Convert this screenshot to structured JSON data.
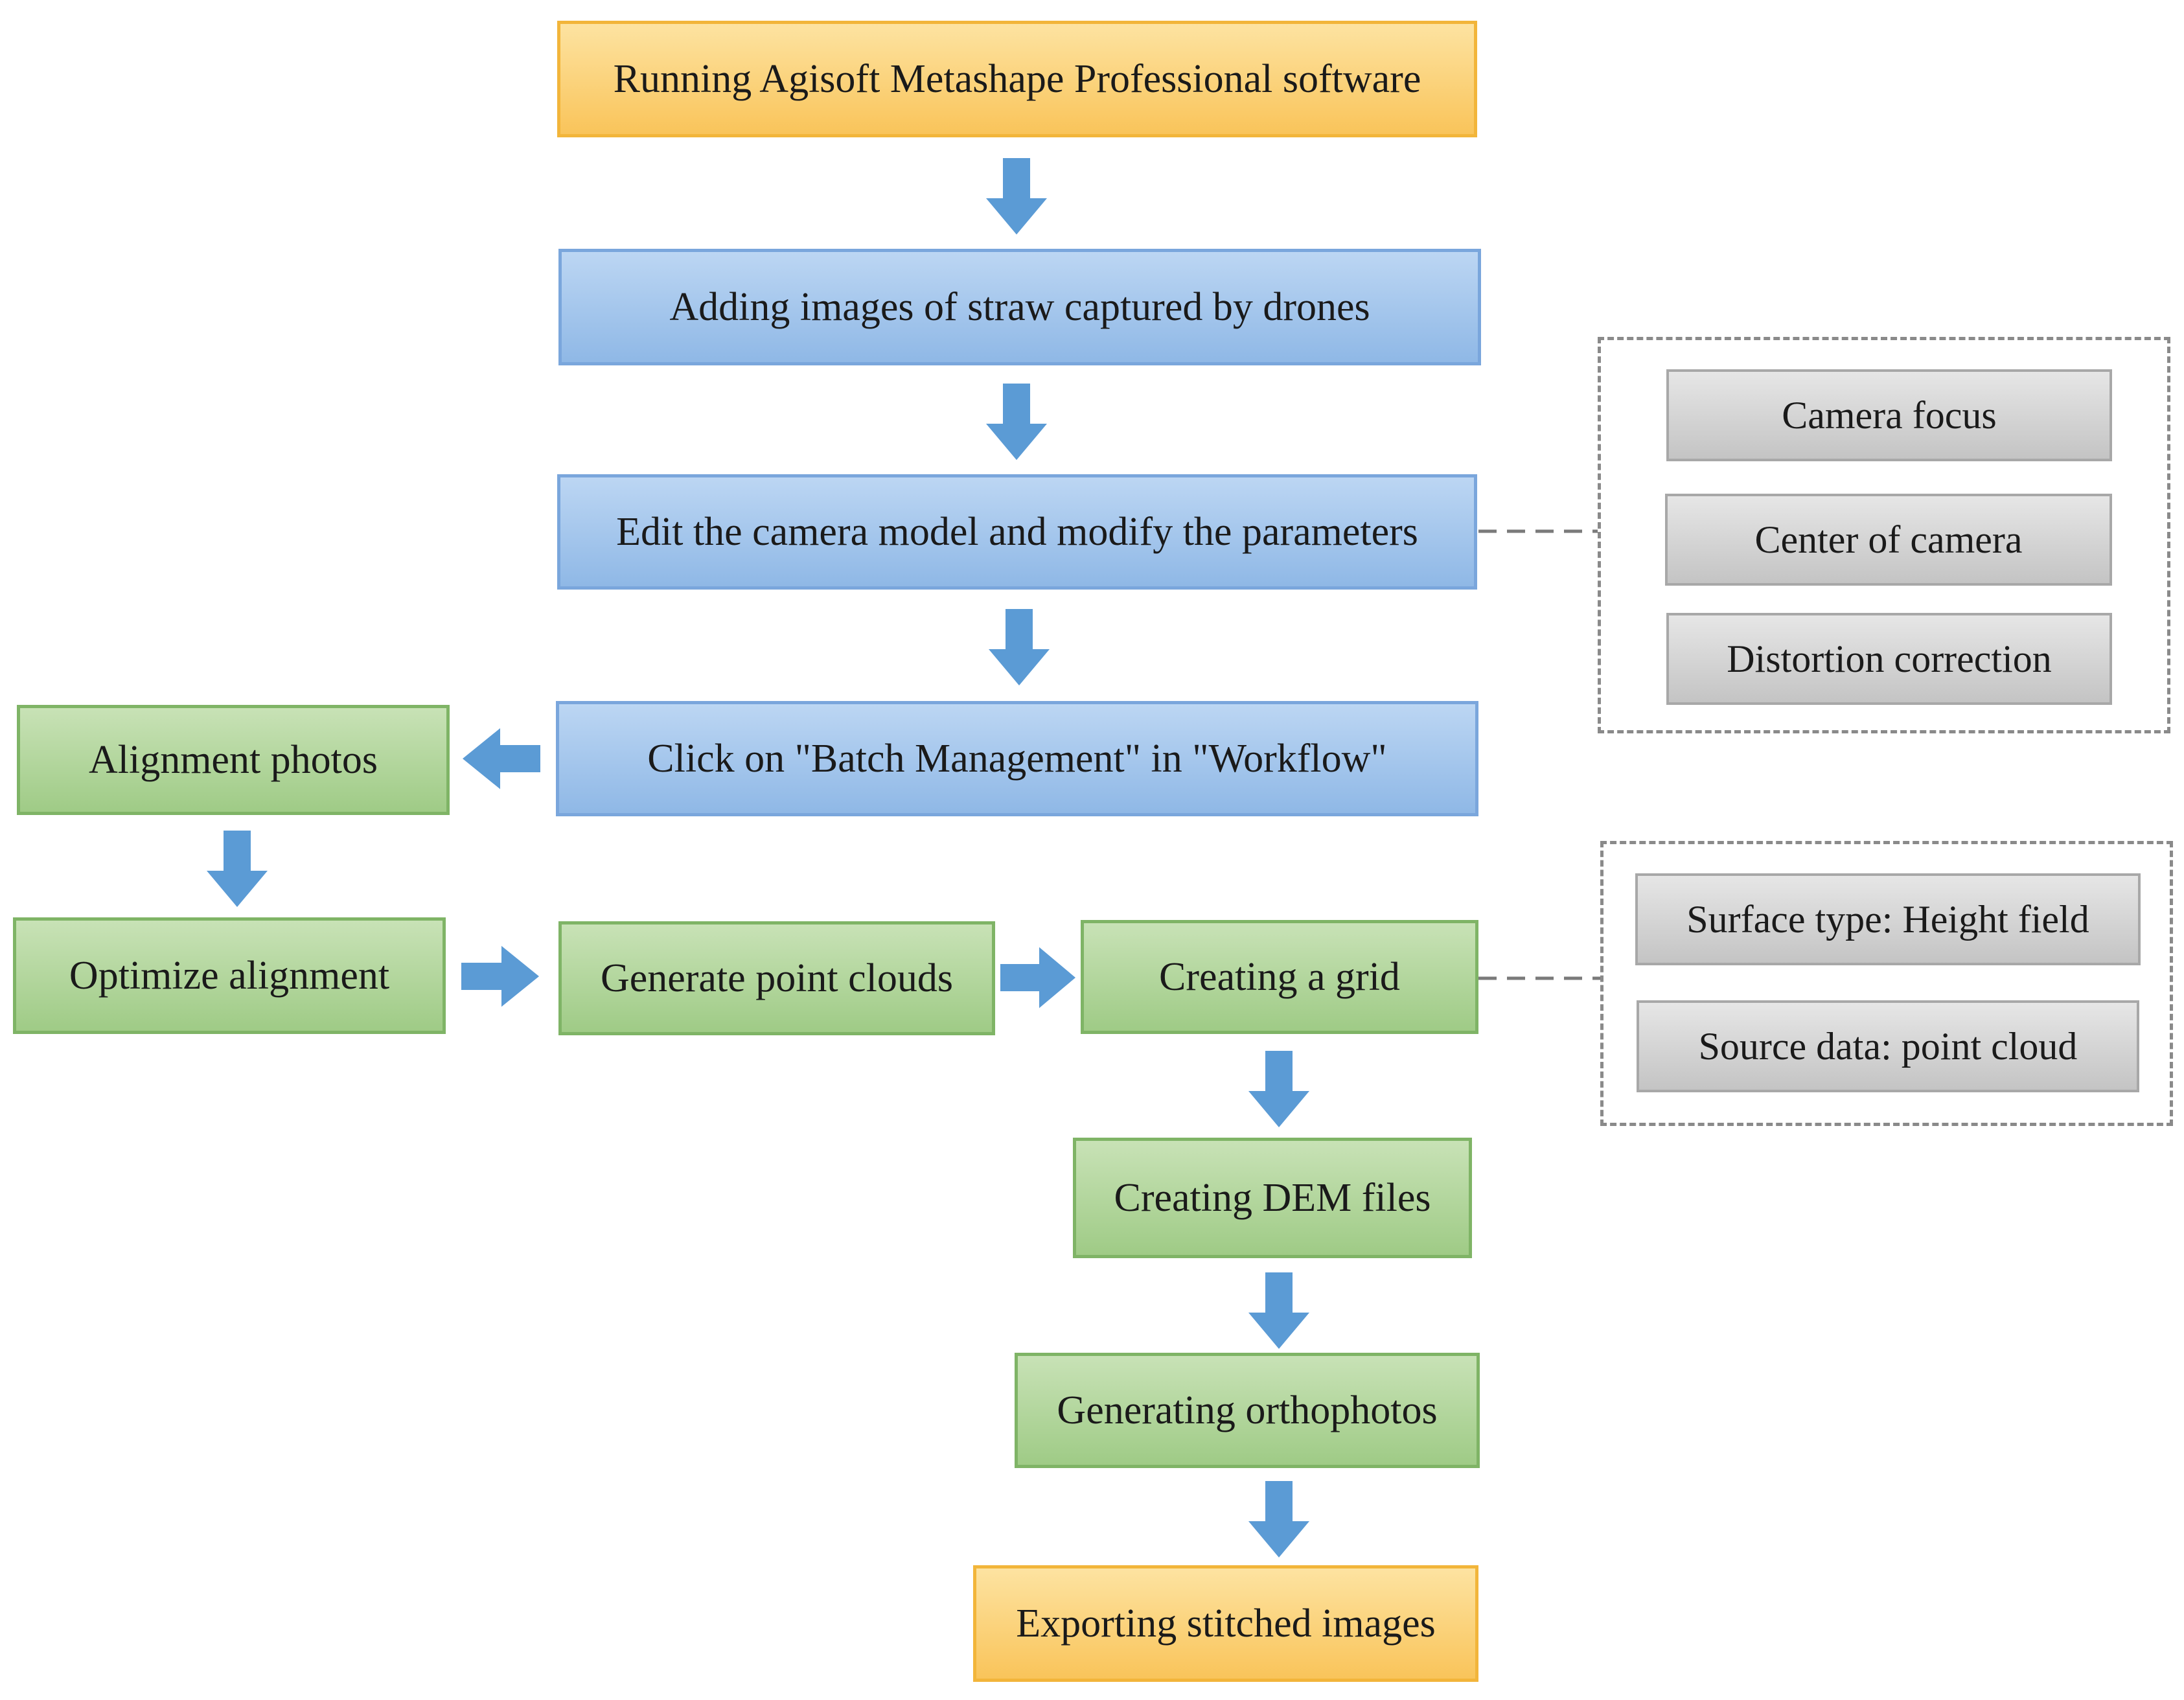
{
  "steps": {
    "run_software": "Running Agisoft Metashape Professional software",
    "add_images": "Adding images of straw captured by drones",
    "edit_camera": "Edit the camera model and modify the parameters",
    "batch_management": "Click on \"Batch Management\" in \"Workflow\"",
    "alignment_photos": "Alignment photos",
    "optimize_alignment": "Optimize alignment",
    "generate_point_clouds": "Generate point clouds",
    "creating_grid": "Creating a grid",
    "creating_dem": "Creating DEM files",
    "generating_orthophotos": "Generating orthophotos",
    "exporting_images": "Exporting stitched images"
  },
  "camera_parameters": [
    "Camera focus",
    "Center of camera",
    "Distortion correction"
  ],
  "grid_settings": [
    "Surface type: Height field",
    "Source data: point cloud"
  ],
  "colors": {
    "start_end": "#f9c45a",
    "process_blue": "#9dc3ec",
    "process_green": "#a9d18e",
    "parameter_gray": "#d0d0d0",
    "arrow": "#5b9bd5",
    "dashed": "#8a8a8a"
  }
}
